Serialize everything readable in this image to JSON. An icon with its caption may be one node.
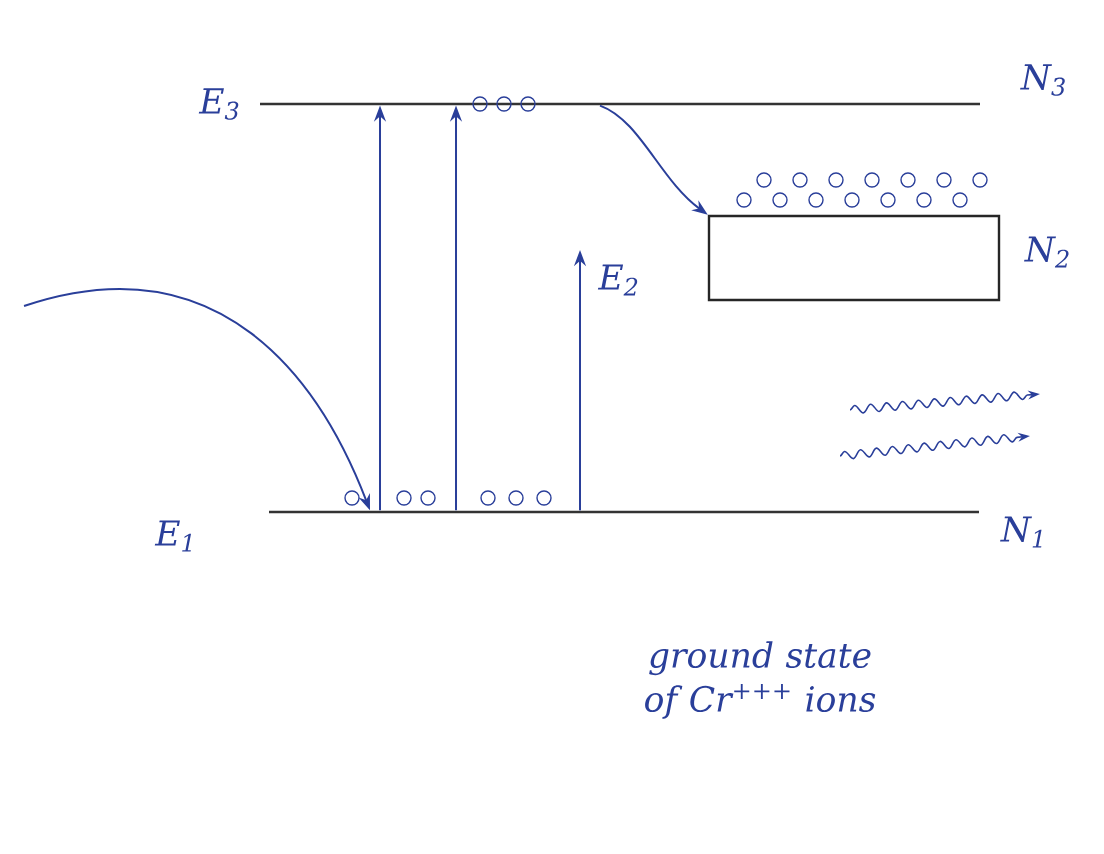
{
  "diagram": {
    "nodes": [
      {
        "text": [],
        "shape": "bar",
        "beside": [
          "E$_{3}$",
          "N$_{3}$"
        ]
      },
      {
        "text": [],
        "shape": "box",
        "beside": [
          "N$_{2}$"
        ]
      },
      {
        "text": [],
        "shape": "bar",
        "beside": [
          "E$_{1}$",
          "N$_{1}$"
        ]
      }
    ],
    "edges": [
      {
        "from": null,
        "to": 2,
        "arrow": "to"
      },
      {
        "from": 2,
        "to": 0,
        "arrow": "to"
      },
      {
        "from": 2,
        "to": 0,
        "arrow": "to"
      },
      {
        "from": 2,
        "to": null,
        "arrow": "to",
        "label": "E$_{2}$"
      },
      {
        "from": 0,
        "to": 1,
        "arrow": "to"
      }
    ],
    "labels": [
      "ground state of Cr$^{+++}$ ions"
    ]
  }
}
